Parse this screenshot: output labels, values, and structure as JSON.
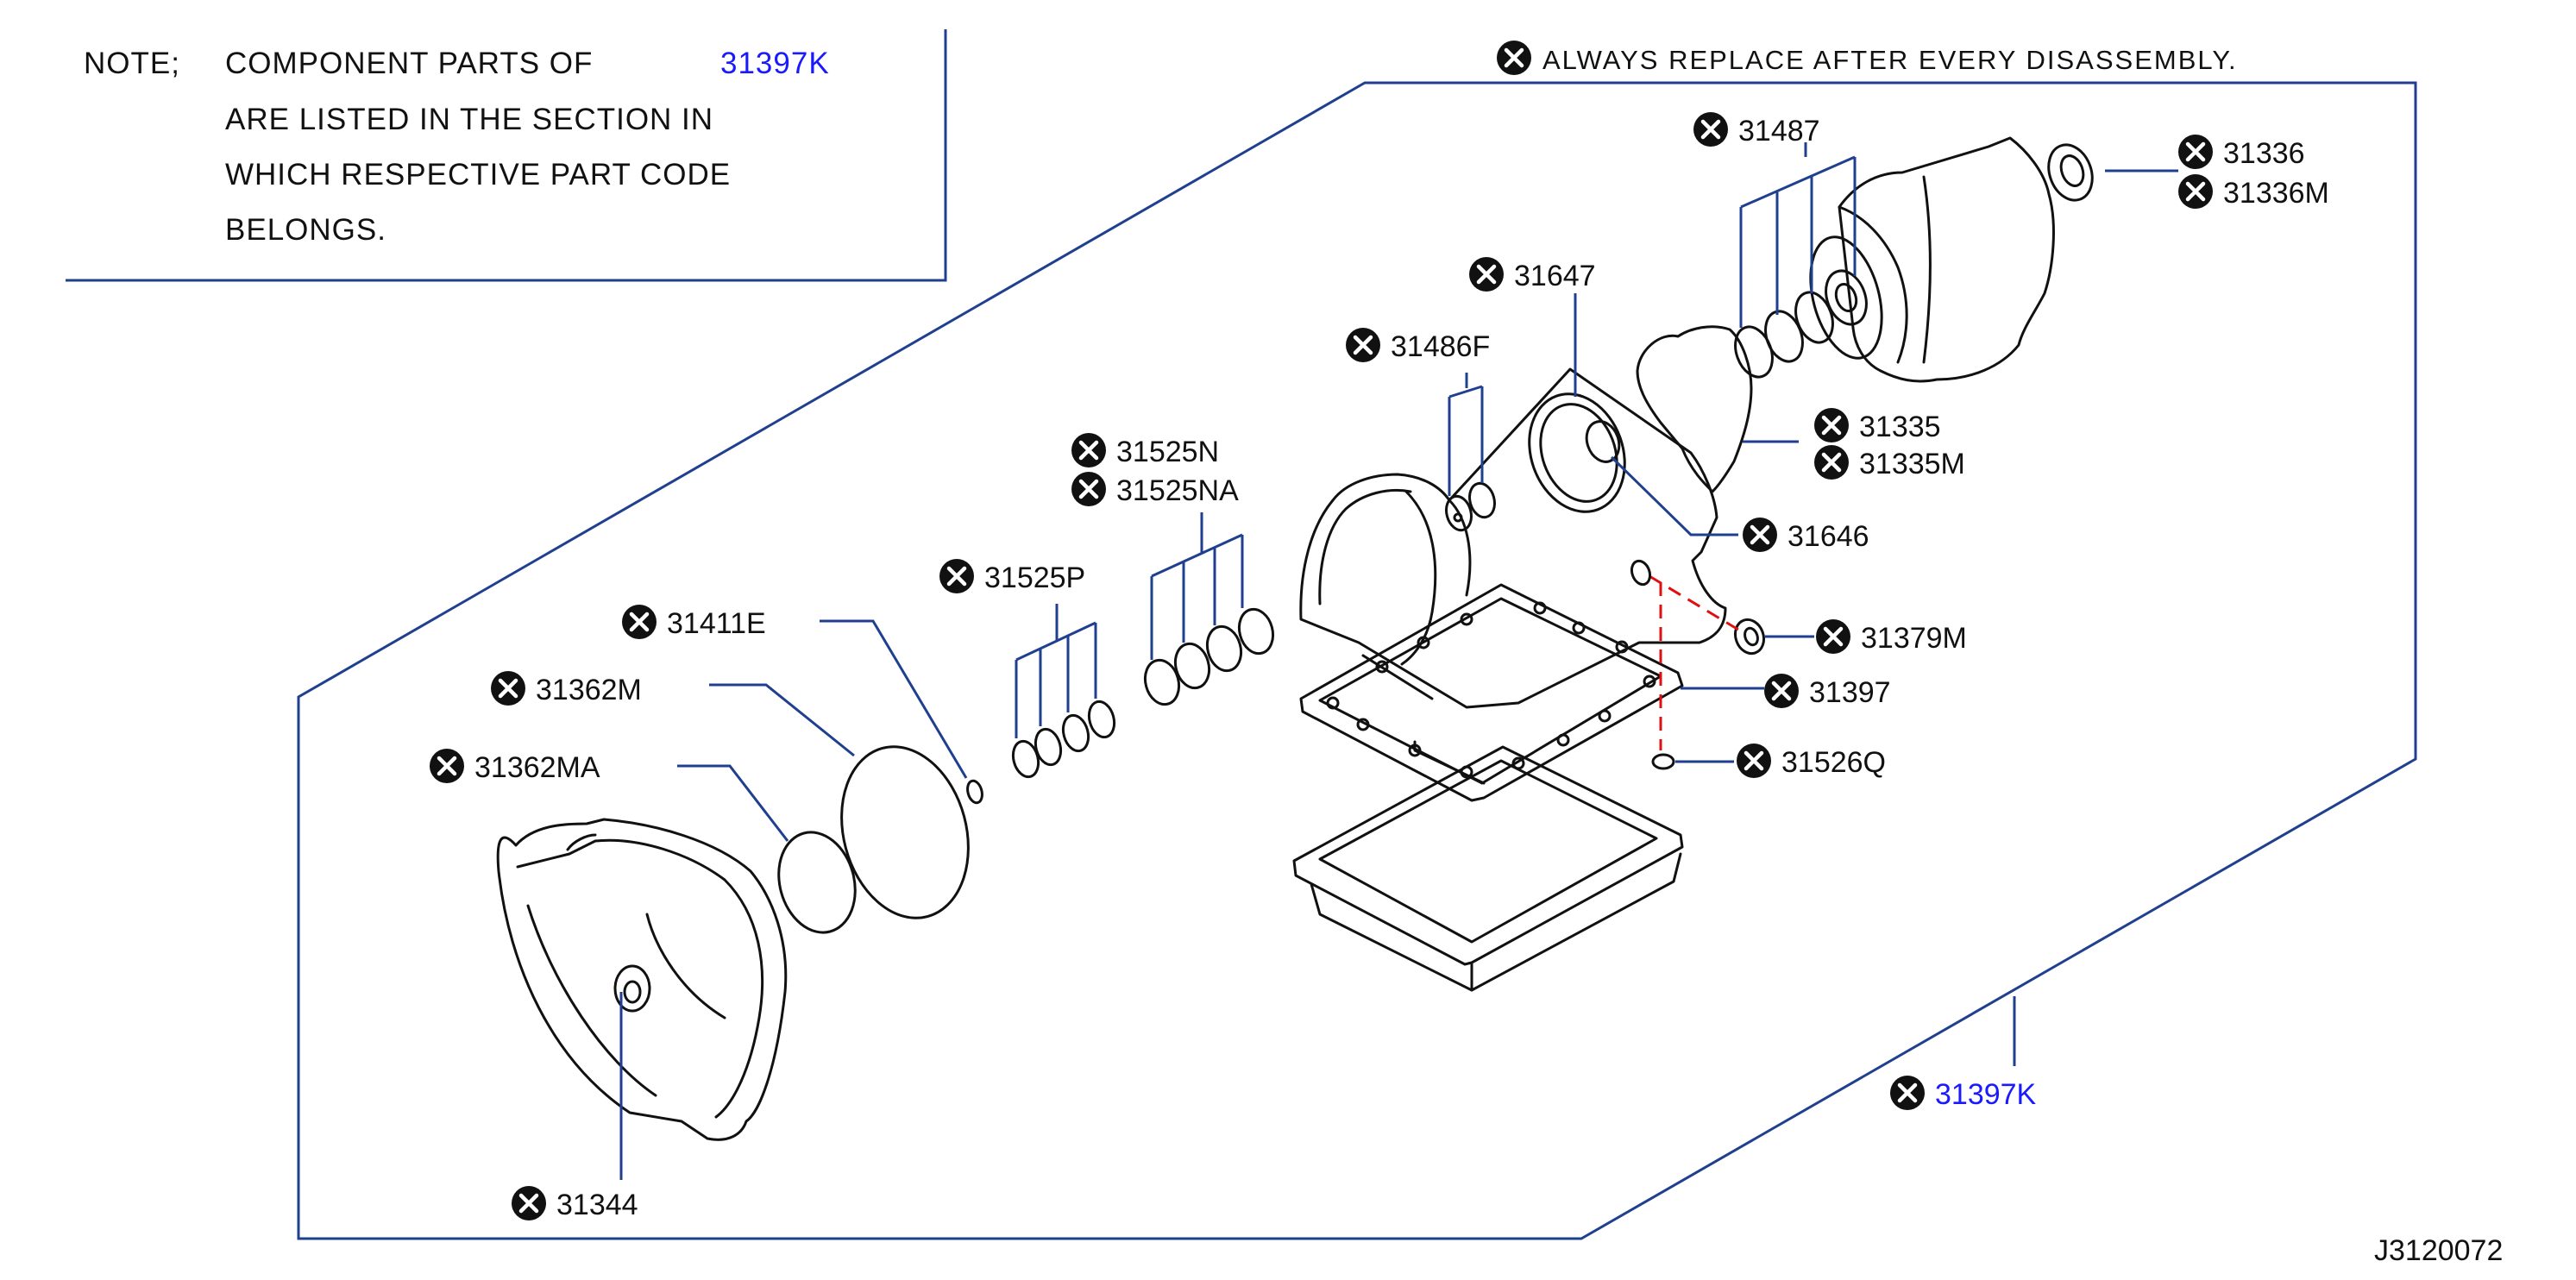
{
  "note": {
    "prefix": "NOTE;",
    "line1": "COMPONENT PARTS OF",
    "ref": "31397K",
    "line2": "ARE LISTED IN THE SECTION IN",
    "line3": "WHICH RESPECTIVE PART CODE",
    "line4": "BELONGS."
  },
  "warning": "ALWAYS REPLACE AFTER EVERY DISASSEMBLY.",
  "parts": {
    "p31487": "31487",
    "p31336": "31336",
    "p31336M": "31336M",
    "p31647": "31647",
    "p31486F": "31486F",
    "p31335": "31335",
    "p31335M": "31335M",
    "p31525N": "31525N",
    "p31525NA": "31525NA",
    "p31646": "31646",
    "p31525P": "31525P",
    "p31411E": "31411E",
    "p31379M": "31379M",
    "p31362M": "31362M",
    "p31397": "31397",
    "p31362MA": "31362MA",
    "p31526Q": "31526Q",
    "p31397K": "31397K",
    "p31344": "31344"
  },
  "diagram_code": "J3120072",
  "icons": {
    "replace_marker": "circled-x-icon"
  },
  "colors": {
    "leader": "#1f3f8f",
    "link": "#1a1aff",
    "dashed": "#e01010"
  }
}
